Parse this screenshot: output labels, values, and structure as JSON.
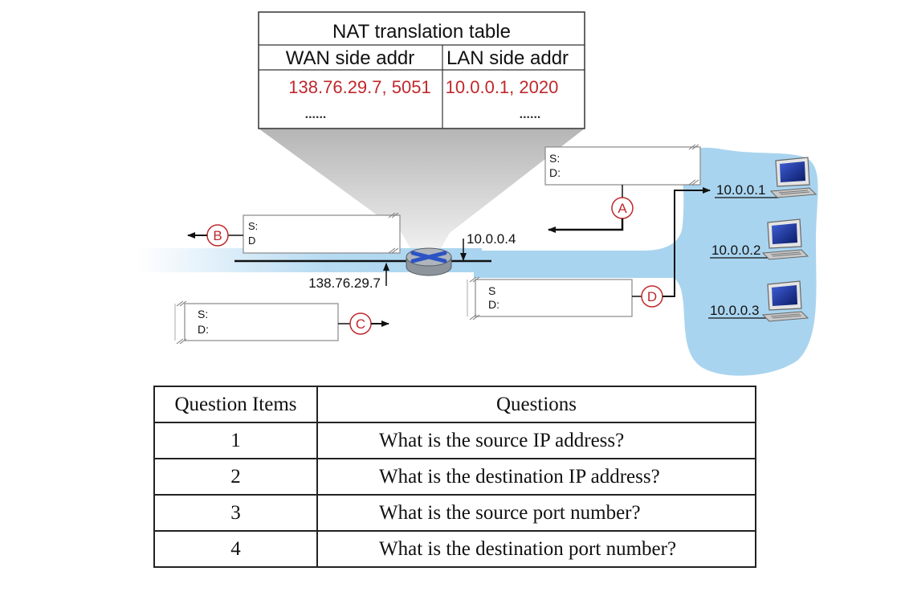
{
  "nat_table": {
    "title": "NAT translation table",
    "wan_header": "WAN side addr",
    "lan_header": "LAN side addr",
    "wan_entry": "138.76.29.7, 5051",
    "lan_entry": "10.0.0.1, 2020",
    "wan_more": "......",
    "lan_more": "......"
  },
  "router": {
    "lan_addr": "10.0.0.4",
    "wan_addr": "138.76.29.7"
  },
  "hosts": [
    {
      "label": "10.0.0.1"
    },
    {
      "label": "10.0.0.2"
    },
    {
      "label": "10.0.0.3"
    }
  ],
  "packets": {
    "a": {
      "marker": "A",
      "src": "S:",
      "dst": "D:"
    },
    "b": {
      "marker": "B",
      "src": "S:",
      "dst": "D"
    },
    "c": {
      "marker": "C",
      "src": "S:",
      "dst": "D:"
    },
    "d": {
      "marker": "D",
      "src": "S",
      "dst": "D:"
    }
  },
  "questions": {
    "header_item": "Question Items",
    "header_question": "Questions",
    "rows": [
      {
        "item": "1",
        "question": "What is the source IP address?"
      },
      {
        "item": "2",
        "question": "What is the destination IP address?"
      },
      {
        "item": "3",
        "question": "What is the source port number?"
      },
      {
        "item": "4",
        "question": "What is the destination port number?"
      }
    ]
  },
  "colors": {
    "accent_red": "#c0282c",
    "lan_blue": "#a9d4ef",
    "router_body": "#9ea5ae",
    "router_arrow": "#2c53c4"
  }
}
